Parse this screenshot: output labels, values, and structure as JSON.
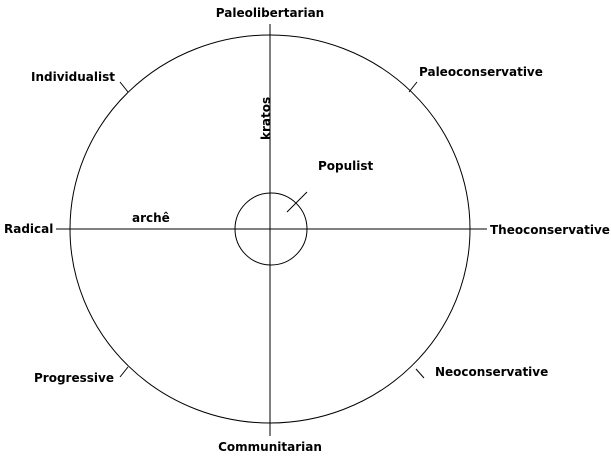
{
  "labels": {
    "top": "Paleolibertarian",
    "bottom": "Communitarian",
    "left": "Radical",
    "right": "Theoconservative",
    "upper_left": "Individualist",
    "upper_right": "Paleoconservative",
    "lower_left": "Progressive",
    "lower_right": "Neoconservative",
    "center_callout": "Populist",
    "horizontal_axis": "archê",
    "vertical_axis": "kratos"
  },
  "colors": {
    "line": "#000000",
    "background": "#ffffff",
    "text": "#000000"
  }
}
